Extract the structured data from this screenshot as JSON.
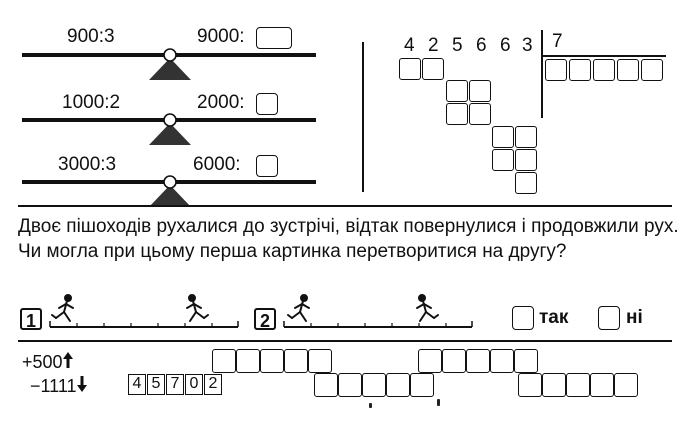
{
  "balances": [
    {
      "left": "900:3",
      "right": "9000:"
    },
    {
      "left": "1000:2",
      "right": "2000:"
    },
    {
      "left": "3000:3",
      "right": "6000:"
    }
  ],
  "division": {
    "dividend": [
      "4",
      "2",
      "5",
      "6",
      "6",
      "3"
    ],
    "divisor": "7"
  },
  "problem": {
    "text": "Двоє пішоходів рухалися до зустрічі, відтак повернулися і продовжили рух. Чи могла при цьому перша картинка перетворитися на другу?",
    "pic1": "1",
    "pic2": "2",
    "yes": "так",
    "no": "ні"
  },
  "chain": {
    "plus_label": "+500",
    "minus_label": "−1111",
    "start_digits": [
      "4",
      "5",
      "7",
      "0",
      "2"
    ]
  }
}
